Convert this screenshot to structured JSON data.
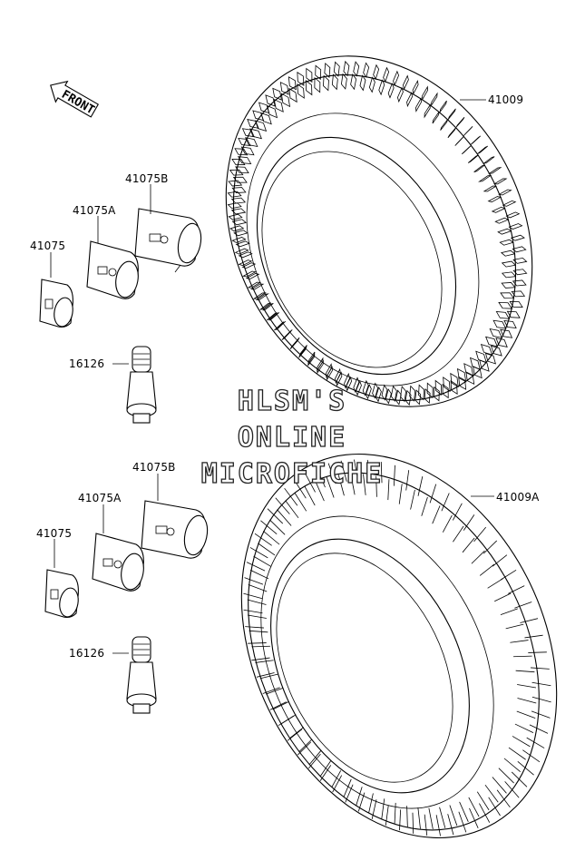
{
  "front_label": "FRONT",
  "watermark": {
    "line1": "HLSM'S",
    "line2": "ONLINE",
    "line3": "MICROFICHE"
  },
  "parts": {
    "tire_front": "41009",
    "tire_rear": "41009A",
    "weight_b_1": "41075B",
    "weight_a_1": "41075A",
    "weight_1": "41075",
    "valve_1": "16126",
    "weight_b_2": "41075B",
    "weight_a_2": "41075A",
    "weight_2": "41075",
    "valve_2": "16126"
  },
  "icons": [
    "front-arrow-icon",
    "tire-icon",
    "balance-weight-icon",
    "valve-stem-icon"
  ]
}
